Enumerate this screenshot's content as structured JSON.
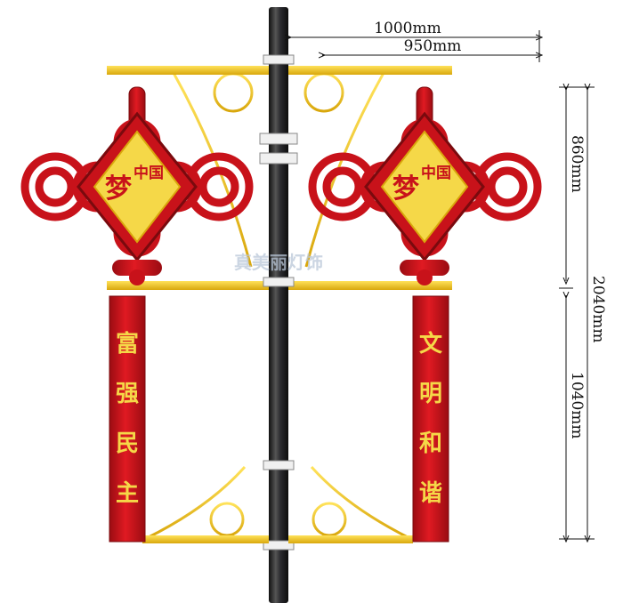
{
  "dimensions": {
    "top_outer": "1000mm",
    "top_inner": "950mm",
    "right_upper": "860mm",
    "right_lower": "1040mm",
    "right_total": "2040mm"
  },
  "knot_left": {
    "dream": "梦",
    "china": "中国"
  },
  "knot_right": {
    "dream": "梦",
    "china": "中国"
  },
  "banner_left": [
    "富",
    "强",
    "民",
    "主"
  ],
  "banner_right": [
    "文",
    "明",
    "和",
    "谐"
  ],
  "watermark": "真美丽灯饰",
  "colors": {
    "red": "#d0141e",
    "dark_red": "#8e0a10",
    "gold": "#f2c418",
    "yellow_panel": "#f5d848",
    "pole": "#2a2a2e"
  }
}
